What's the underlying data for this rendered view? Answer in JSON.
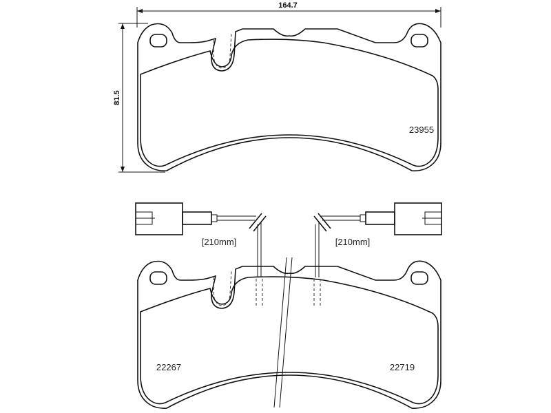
{
  "dimensions": {
    "width": "164.7",
    "height": "81.5"
  },
  "part_numbers": {
    "top_pad": "23955",
    "bottom_left": "22267",
    "bottom_right": "22719"
  },
  "sensor_wire": {
    "left_length": "[210mm]",
    "right_length": "[210mm]"
  }
}
